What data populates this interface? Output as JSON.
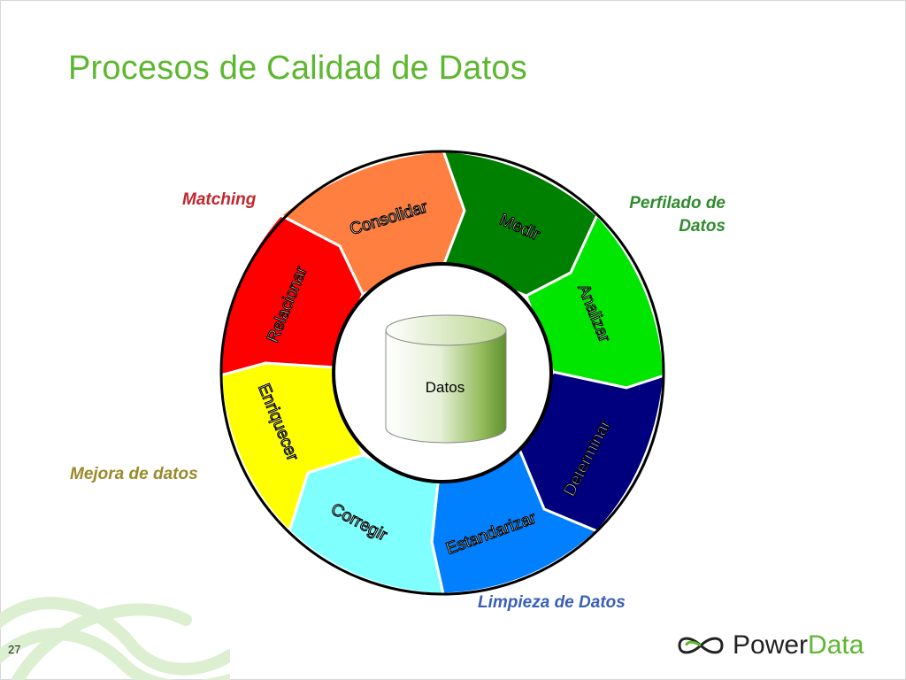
{
  "slide": {
    "title": "Procesos de Calidad de Datos",
    "page_number": "27"
  },
  "groups": {
    "matching": "Matching",
    "perfilado_1": "Perfilado de",
    "perfilado_2": "Datos",
    "mejora": "Mejora de datos",
    "limpieza": "Limpieza de Datos"
  },
  "cycle": {
    "center_label": "Datos",
    "segments": [
      {
        "label": "Consolidar",
        "color": "#ff7f41"
      },
      {
        "label": "Medir",
        "color": "#008000"
      },
      {
        "label": "Analizar",
        "color": "#00e600"
      },
      {
        "label": "Determinar",
        "color": "#00007f"
      },
      {
        "label": "Estandarizar",
        "color": "#0080ff"
      },
      {
        "label": "Corregir",
        "color": "#80ffff"
      },
      {
        "label": "Enriquecer",
        "color": "#ffff00"
      },
      {
        "label": "Relacionar",
        "color": "#ff0000"
      }
    ]
  },
  "colors": {
    "title": "#5cb82f",
    "matching": "#c0272d",
    "perfilado": "#2e8b2e",
    "mejora": "#99892a",
    "limpieza": "#3a5fb5"
  },
  "logo": {
    "text_main": "Power",
    "text_accent": "Data"
  }
}
